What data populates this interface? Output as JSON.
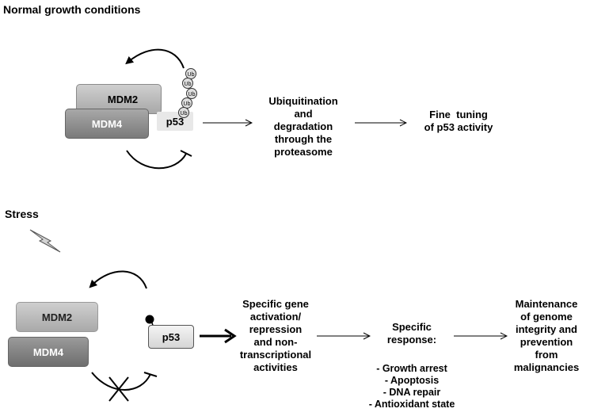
{
  "normal": {
    "title": "Normal growth conditions",
    "mdm2": "MDM2",
    "mdm4": "MDM4",
    "p53": "p53",
    "ub_label": "Ub",
    "ub_count": 5,
    "step1": [
      "Ubiquitination",
      "and",
      "degradation",
      "through the",
      "proteasome"
    ],
    "step2": [
      "Fine  tuning",
      "of p53 activity"
    ]
  },
  "stress": {
    "title": "Stress",
    "mdm2": "MDM2",
    "mdm4": "MDM4",
    "p53": "p53",
    "step1": [
      "Specific gene",
      "activation/",
      "repression",
      "and non-",
      "transcriptional",
      "activities"
    ],
    "step2_title": [
      "Specific",
      "response:"
    ],
    "responses": [
      "- Growth arrest",
      "- Apoptosis",
      "- DNA repair",
      "- Antioxidant state"
    ],
    "step3": [
      "Maintenance",
      "of genome",
      "integrity and",
      "prevention",
      "from",
      "malignancies"
    ]
  },
  "colors": {
    "mdm2_fill": "#b9b9b9",
    "mdm4_fill": "#888888",
    "p53_fill": "#e8e8e8",
    "line": "#000000"
  }
}
